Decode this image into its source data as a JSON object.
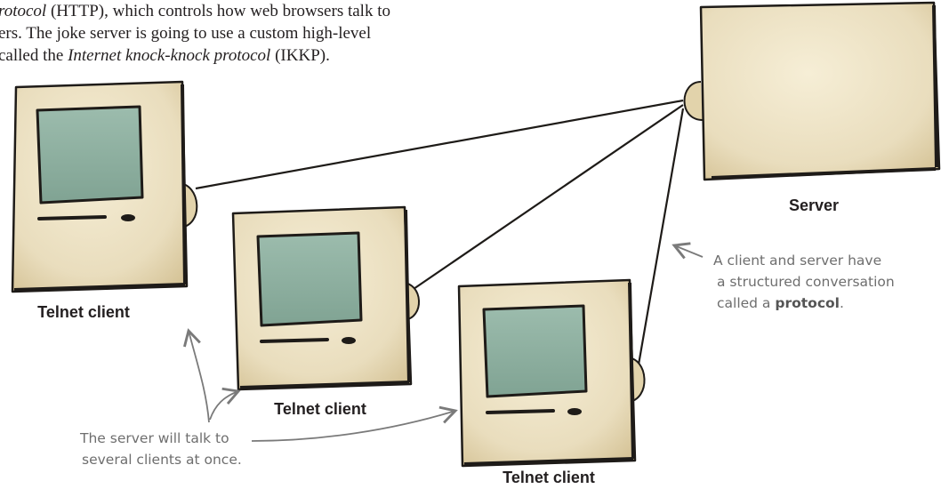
{
  "intro": {
    "line1_prefix": "rotocol",
    "line1_rest": " (HTTP), which controls how web browsers talk to",
    "line2": "ers. The joke server is going to use a custom high-level",
    "line3_prefix": " called the ",
    "line3_italic": "Internet knock-knock protocol",
    "line3_suffix": " (IKKP)."
  },
  "diagram": {
    "server_label": "Server",
    "client_labels": [
      "Telnet client",
      "Telnet client",
      "Telnet client"
    ],
    "annotation_protocol": {
      "line1": "A client and server have",
      "line2": "a structured conversation",
      "line3_prefix": "called a ",
      "line3_bold": "protocol",
      "line3_suffix": "."
    },
    "annotation_clients": {
      "line1": "The server will talk to",
      "line2": "several clients at once."
    }
  },
  "colors": {
    "machine_fill": "#e8dcbc",
    "screen_fill": "#8fb1a2",
    "outline": "#1e1b18",
    "connection_line": "#1e1b18",
    "annotation_gray": "#6e6e6e"
  }
}
